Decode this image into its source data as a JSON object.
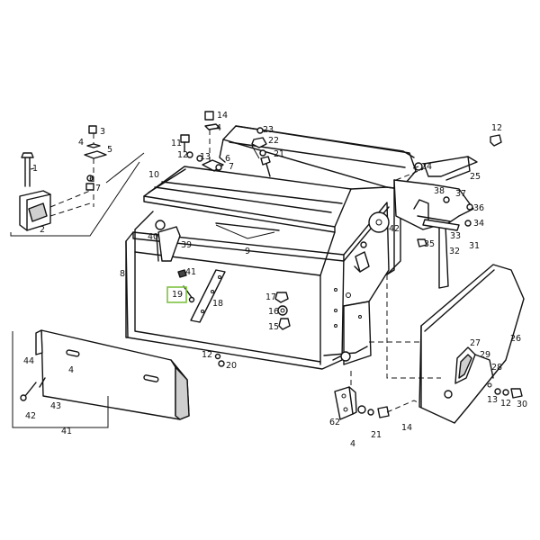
{
  "diagram": {
    "highlight_color": "#7fc241",
    "highlighted_part": "19",
    "callouts": [
      {
        "id": "c1",
        "text": "1"
      },
      {
        "id": "c2",
        "text": "2"
      },
      {
        "id": "c3",
        "text": "3"
      },
      {
        "id": "c4a",
        "text": "4"
      },
      {
        "id": "c5",
        "text": "5"
      },
      {
        "id": "c6a",
        "text": "6"
      },
      {
        "id": "c7a",
        "text": "7"
      },
      {
        "id": "c8",
        "text": "8"
      },
      {
        "id": "c9",
        "text": "9"
      },
      {
        "id": "c10",
        "text": "10"
      },
      {
        "id": "c11",
        "text": "11"
      },
      {
        "id": "c12a",
        "text": "12"
      },
      {
        "id": "c13a",
        "text": "13"
      },
      {
        "id": "c6b",
        "text": "6"
      },
      {
        "id": "c7b",
        "text": "7"
      },
      {
        "id": "c14a",
        "text": "14"
      },
      {
        "id": "c4b",
        "text": "4"
      },
      {
        "id": "c23",
        "text": "23"
      },
      {
        "id": "c22",
        "text": "22"
      },
      {
        "id": "c21a",
        "text": "21"
      },
      {
        "id": "c12b",
        "text": "12"
      },
      {
        "id": "c24",
        "text": "24"
      },
      {
        "id": "c25",
        "text": "25"
      },
      {
        "id": "c38",
        "text": "38"
      },
      {
        "id": "c37",
        "text": "37"
      },
      {
        "id": "c36",
        "text": "36"
      },
      {
        "id": "c34",
        "text": "34"
      },
      {
        "id": "c33",
        "text": "33"
      },
      {
        "id": "c35",
        "text": "35"
      },
      {
        "id": "c31",
        "text": "31"
      },
      {
        "id": "c32",
        "text": "32"
      },
      {
        "id": "c42a",
        "text": "42"
      },
      {
        "id": "c39",
        "text": "39"
      },
      {
        "id": "c40",
        "text": "40"
      },
      {
        "id": "c41",
        "text": "41"
      },
      {
        "id": "c19",
        "text": "19"
      },
      {
        "id": "c18",
        "text": "18"
      },
      {
        "id": "c17",
        "text": "17"
      },
      {
        "id": "c16",
        "text": "16"
      },
      {
        "id": "c15",
        "text": "15"
      },
      {
        "id": "c12c",
        "text": "12"
      },
      {
        "id": "c20",
        "text": "20"
      },
      {
        "id": "c44",
        "text": "44"
      },
      {
        "id": "c4c",
        "text": "4"
      },
      {
        "id": "c43",
        "text": "43"
      },
      {
        "id": "c42b",
        "text": "42"
      },
      {
        "id": "c41b",
        "text": "41"
      },
      {
        "id": "c62",
        "text": "62"
      },
      {
        "id": "c4d",
        "text": "4"
      },
      {
        "id": "c21b",
        "text": "21"
      },
      {
        "id": "c14b",
        "text": "14"
      },
      {
        "id": "c26",
        "text": "26"
      },
      {
        "id": "c27",
        "text": "27"
      },
      {
        "id": "c29",
        "text": "29"
      },
      {
        "id": "c28",
        "text": "28"
      },
      {
        "id": "c13b",
        "text": "13"
      },
      {
        "id": "c12d",
        "text": "12"
      },
      {
        "id": "c30",
        "text": "30"
      }
    ]
  }
}
